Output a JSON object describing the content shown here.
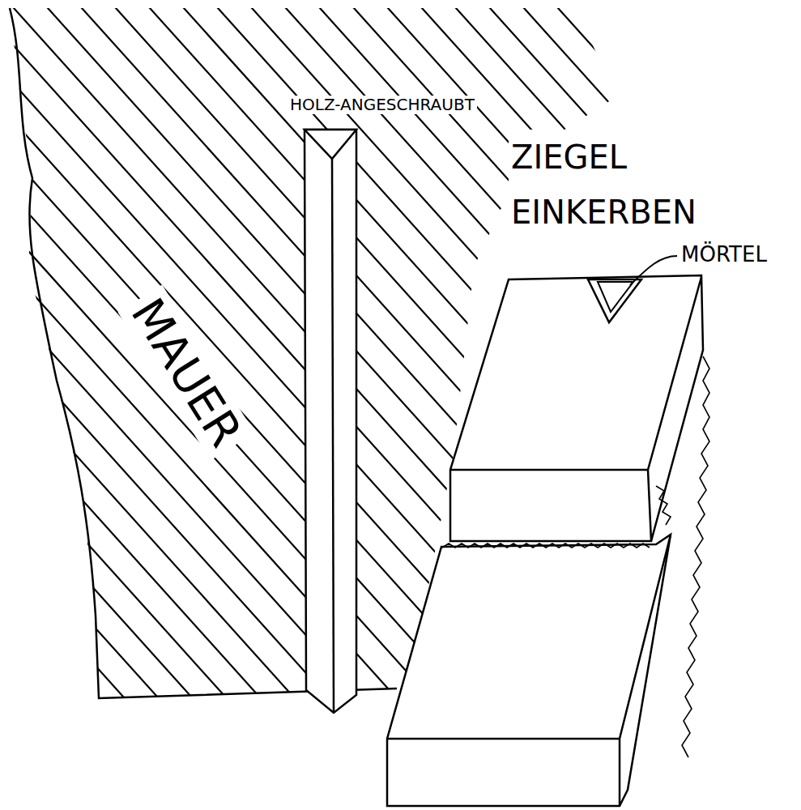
{
  "diagram": {
    "labels": [
      "HOLZ-ANGESCHRAUBT",
      "ZIEGEL EINKERBEN",
      "MÖRTEL",
      "MAUER"
    ]
  }
}
